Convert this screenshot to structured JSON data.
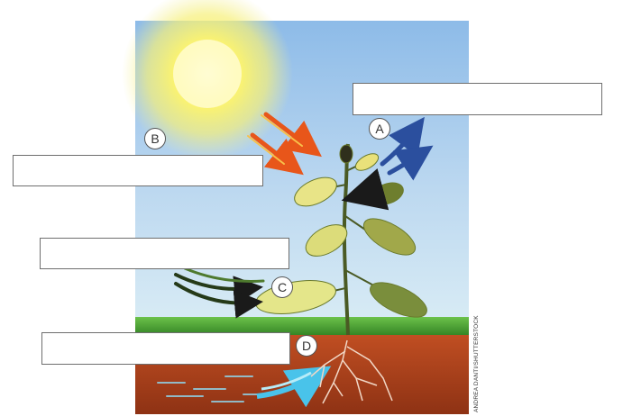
{
  "labels": {
    "a": "A",
    "b": "B",
    "c": "C",
    "d": "D"
  },
  "answer_boxes": [
    "",
    "",
    "",
    ""
  ],
  "credit": "ANDREA DANTI/SHUTTERSTOCK",
  "colors": {
    "sky_top": "#7fb2e6",
    "sky_bottom": "#cfe4f3",
    "sun": "#fff35a",
    "grass": "#3f9a2e",
    "soil": "#b24a24",
    "leaf": "#e7e58a",
    "leaf_dark": "#6f8a3a",
    "stem": "#4a5a24",
    "arrow_light": "#ee6a1a",
    "arrow_oxygen": "#2b4f9e",
    "arrow_co2": "#1a1a1a",
    "arrow_water": "#4fc4e6",
    "root": "#f2d9c8"
  }
}
